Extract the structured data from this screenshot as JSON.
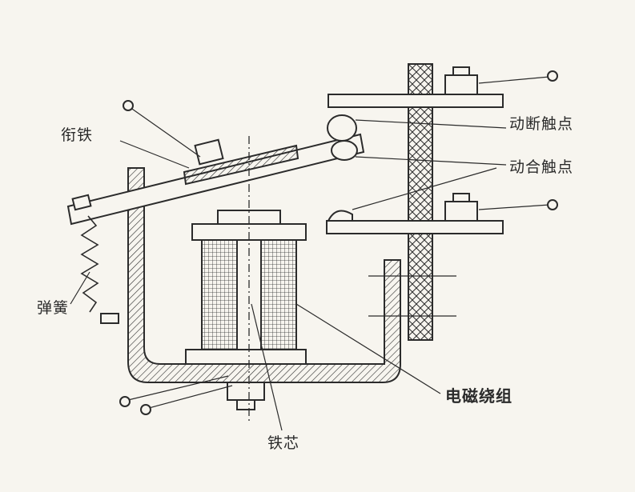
{
  "labels": {
    "armature": "衔铁",
    "moving_break_contact": "动断触点",
    "moving_make_contact": "动合触点",
    "spring": "弹簧",
    "electromagnetic_coil": "电磁绕组",
    "iron_core": "铁芯"
  },
  "colors": {
    "ink": "#2b2b2b",
    "background": "#f7f5ef"
  }
}
